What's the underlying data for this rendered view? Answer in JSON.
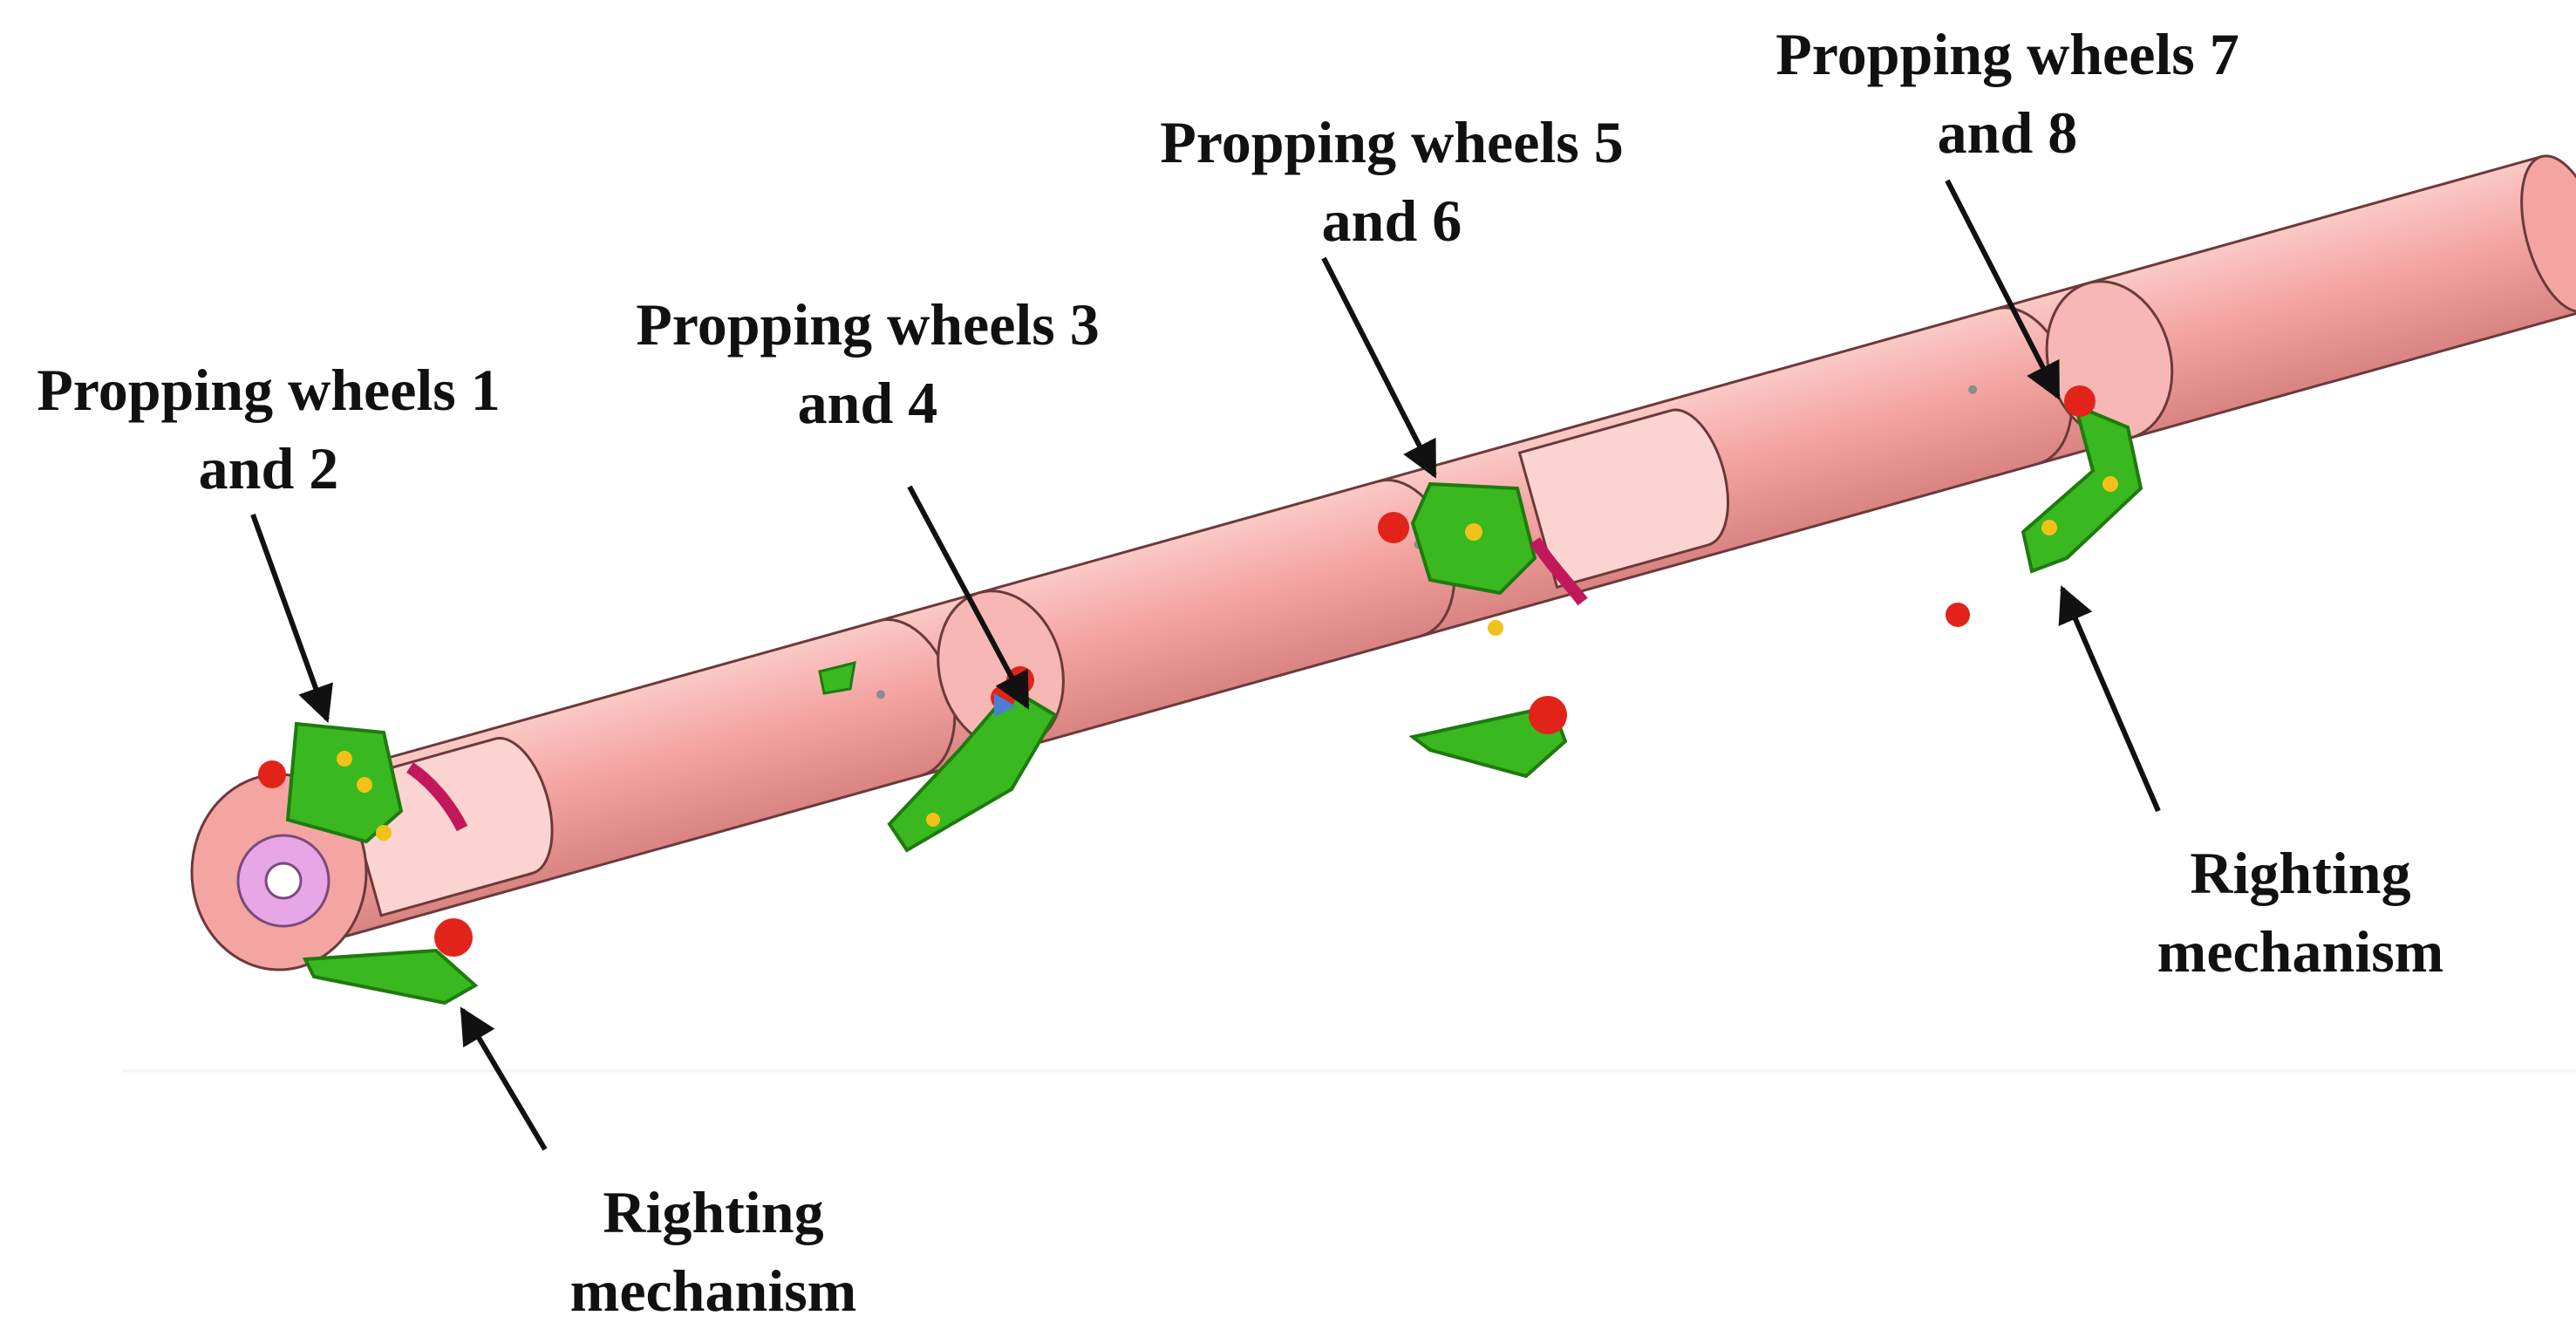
{
  "labels": {
    "wheels_1_2": {
      "line1": "Propping wheels 1",
      "line2": "and 2"
    },
    "wheels_3_4": {
      "line1": "Propping wheels 3",
      "line2": "and 4"
    },
    "wheels_5_6": {
      "line1": "Propping wheels 5",
      "line2": "and 6"
    },
    "wheels_7_8": {
      "line1": "Propping wheels 7",
      "line2": "and 8"
    },
    "righting_left": {
      "line1": "Righting",
      "line2": "mechanism"
    },
    "righting_right": {
      "line1": "Righting",
      "line2": "mechanism"
    }
  },
  "colors": {
    "tube": "#f4a5a2",
    "tube_light": "#fbc9c6",
    "tube_dark": "#d98482",
    "outline": "#6b3a3a",
    "mechanism": "#39b81f",
    "mechanism_dark": "#1f7a10",
    "wheel": "#e2231a",
    "bolt": "#f2c21b",
    "link": "#c2185b",
    "end_cap": "#e8a6e6",
    "arrow": "#111111"
  }
}
